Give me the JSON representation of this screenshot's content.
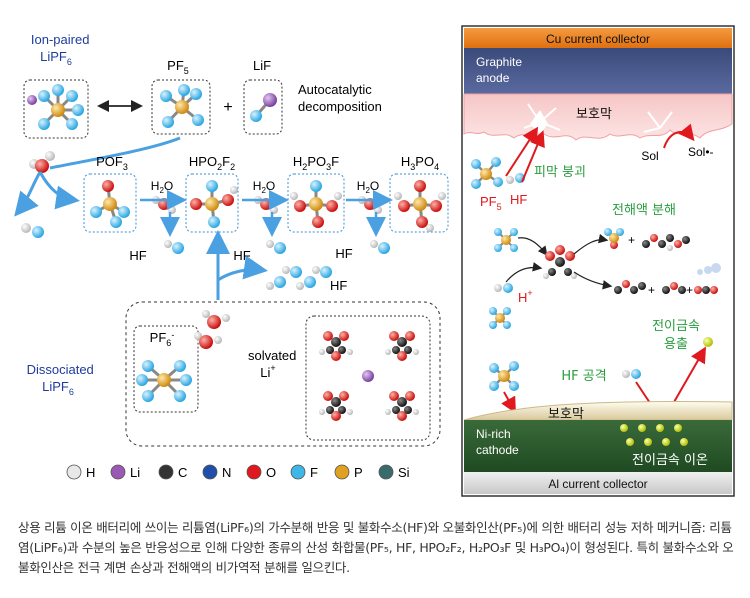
{
  "left": {
    "ion_paired_line1": "Ion-paired",
    "ion_paired_line2": "LiPF",
    "ion_paired_sub": "6",
    "pf5": "PF",
    "pf5_sub": "5",
    "lif": "LiF",
    "autocat_line1": "Autocatalytic",
    "autocat_line2": "decomposition",
    "pof3": "POF",
    "pof3_sub": "3",
    "hpo2f2": "HPO",
    "hpo2f2_sub1": "2",
    "hpo2f2_mid": "F",
    "hpo2f2_sub2": "2",
    "h2po3f_a": "H",
    "h2po3f_sub1": "2",
    "h2po3f_b": "PO",
    "h2po3f_sub2": "3",
    "h2po3f_c": "F",
    "h3po4_a": "H",
    "h3po4_sub1": "3",
    "h3po4_b": "PO",
    "h3po4_sub2": "4",
    "h2o": "H",
    "h2o_sub": "2",
    "h2o_o": "O",
    "hf": "HF",
    "pf6_minus": "PF",
    "pf6_sub": "6",
    "pf6_sup": "-",
    "solvated_line1": "solvated",
    "solvated_line2": "Li",
    "solvated_sup": "+",
    "dissociated_line1": "Dissociated",
    "dissociated_line2": "LiPF",
    "dissociated_sub": "6"
  },
  "legend": [
    {
      "label": "H",
      "color": "#e8e8e8"
    },
    {
      "label": "Li",
      "color": "#9b59b6"
    },
    {
      "label": "C",
      "color": "#333333"
    },
    {
      "label": "N",
      "color": "#1f4fa8"
    },
    {
      "label": "O",
      "color": "#e0191e"
    },
    {
      "label": "F",
      "color": "#3fb6e8"
    },
    {
      "label": "P",
      "color": "#e0a020"
    },
    {
      "label": "Si",
      "color": "#3a6b6b"
    }
  ],
  "right": {
    "cu_collector": "Cu current collector",
    "graphite_line1": "Graphite",
    "graphite_line2": "anode",
    "sei": "보호막",
    "film_collapse": "피막 붕괴",
    "pf5": "PF",
    "pf5_sub": "5",
    "hf": "HF",
    "sol": "Sol",
    "sol_radical": "Sol•-",
    "electrolyte_decomp": "전해액 분해",
    "h_plus": "H",
    "h_plus_sup": "+",
    "tm_dissolution_line1": "전이금속",
    "tm_dissolution_line2": "용출",
    "hf_attack": "HF 공격",
    "cei": "보호막",
    "ni_rich_line1": "Ni-rich",
    "ni_rich_line2": "cathode",
    "tm_ion": "전이금속 이온",
    "al_collector": "Al current collector"
  },
  "caption": "상용 리튬 이온 배터리에 쓰이는 리튬염(LiPF₆)의 가수분해 반응 및 불화수소(HF)와 오불화인산(PF₅)에 의한 배터리 성능 저하 메커니즘: 리튬염(LiPF₆)과 수분의 높은 반응성으로 인해 다양한 종류의 산성 화합물(PF₅, HF, HPO₂F₂, H₂PO₃F 및 H₃PO₄)이 형성된다. 특히 불화수소와 오불화인산은 전극 계면 손상과 전해액의 비가역적 분해를 일으킨다.",
  "colors": {
    "accent_blue": "#1f3c9c",
    "accent_red": "#e0191e",
    "accent_green": "#2a9d3f"
  }
}
